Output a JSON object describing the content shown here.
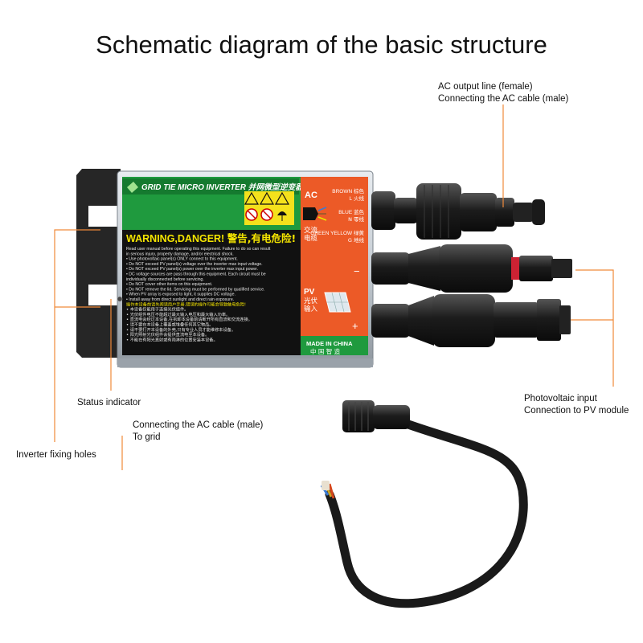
{
  "title": "Schematic diagram of the basic structure",
  "callouts": {
    "ac_output": {
      "line1": "AC output line (female)",
      "line2": "Connecting the AC cable (male)"
    },
    "pv_input": {
      "line1": "Photovoltaic input",
      "line2": "Connection to PV module"
    },
    "status_indicator": "Status indicator",
    "ac_cable": {
      "line1": "Connecting the AC cable (male)",
      "line2": "To grid"
    },
    "fixing_holes": "Inverter fixing holes"
  },
  "device": {
    "brand_title": "GRID TIE MICRO INVERTER",
    "brand_title_cn": "并网微型逆变器",
    "warning_title": "WARNING,DANGER!",
    "warning_title_cn": "警告,有电危险!",
    "warning_lines": [
      "Read user manual before operating this equipment. Failure to do so can result",
      "in serious injury, property damage, and/or electrical shock.",
      "• Use photovoltaic panel(s) ONLY connect to this equipment.",
      "• Do NOT exceed PV panel(s) voltage over the inverter max input voltage.",
      "• Do NOT exceed PV panel(s) power over the inverter max input power.",
      "• DC voltage sources are pass through this equipment. Each circuit must be",
      "individually disconnected before servicing.",
      "• Do NOT cover other items on this equipment.",
      "• Do NOT remove the lid. Servicing must be performed by qualified service.",
      "• When PV array is exposed to light, it supplies DC voltage.",
      "• Install away from direct sunlight and direct rain exposure."
    ],
    "warning_lines_cn": [
      "操作本设备前请先阅读用户手册,错误的操作可能会导致触电危险!",
      "• 本设备仅能用于连接光伏组件。",
      "• 光伏组件电压不能超过最大输入电压和最大输入功率。",
      "• 直流电会经过本设备,在拆卸本设备前请断开所有直流和交流连接。",
      "• 请不要在本设备上覆盖或堆叠任何其它物品。",
      "• 请不要打开本设备的外壳,只有专业人员才能维修本设备。",
      "• 阳光照射光伏组件会提供直流电至本设备。",
      "• 不能在有阳光直射或有雨淋的位置安装本设备。"
    ],
    "ac_label": "AC",
    "ac_label_cn": "交流电缆",
    "wires": [
      {
        "en": "BROWN",
        "cn": "棕色",
        "sub": "L 火线"
      },
      {
        "en": "BLUE",
        "cn": "蓝色",
        "sub": "N 零线"
      },
      {
        "en": "GREEN YELLOW",
        "cn": "绿黄",
        "sub": "G 地线"
      }
    ],
    "minus": "−",
    "plus": "+",
    "pv_label": "PV",
    "pv_label_cn": "光伏输入",
    "made_in": "MADE IN CHINA",
    "made_in_cn": "中 国 智 造"
  },
  "colors": {
    "green": "#1f9a3e",
    "orange": "#ec5a27",
    "warning_bg": "#111111",
    "warning_title": "#f5e500",
    "callout_line": "#f08a3a",
    "body_metal": "#c9cfd6",
    "bracket": "#2a2a2a",
    "cable": "#1a1a1a"
  }
}
